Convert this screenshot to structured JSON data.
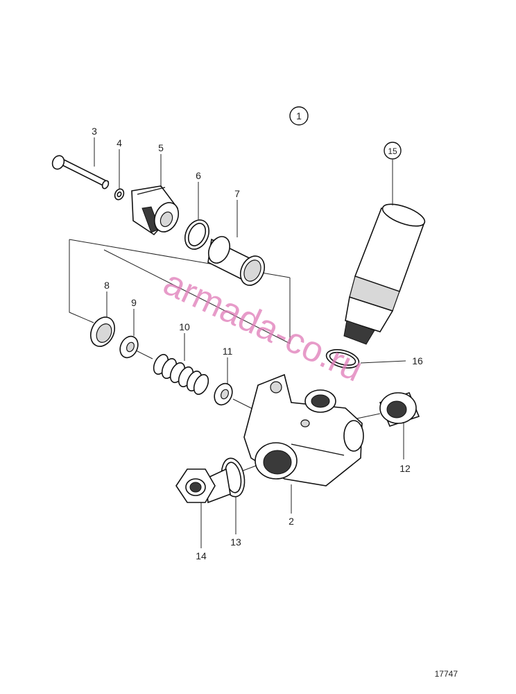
{
  "diagram": {
    "assembly_ref": "1",
    "drawing_number": "17747",
    "watermark": "armada-co.ru",
    "callouts": [
      {
        "id": "c3",
        "label": "3"
      },
      {
        "id": "c4",
        "label": "4"
      },
      {
        "id": "c5",
        "label": "5"
      },
      {
        "id": "c6",
        "label": "6"
      },
      {
        "id": "c7",
        "label": "7"
      },
      {
        "id": "c8",
        "label": "8"
      },
      {
        "id": "c9",
        "label": "9"
      },
      {
        "id": "c10",
        "label": "10"
      },
      {
        "id": "c11",
        "label": "11"
      },
      {
        "id": "c12",
        "label": "12"
      },
      {
        "id": "c13",
        "label": "13"
      },
      {
        "id": "c14",
        "label": "14"
      },
      {
        "id": "c15",
        "label": "15"
      },
      {
        "id": "c16",
        "label": "16"
      },
      {
        "id": "c2",
        "label": "2"
      }
    ]
  }
}
